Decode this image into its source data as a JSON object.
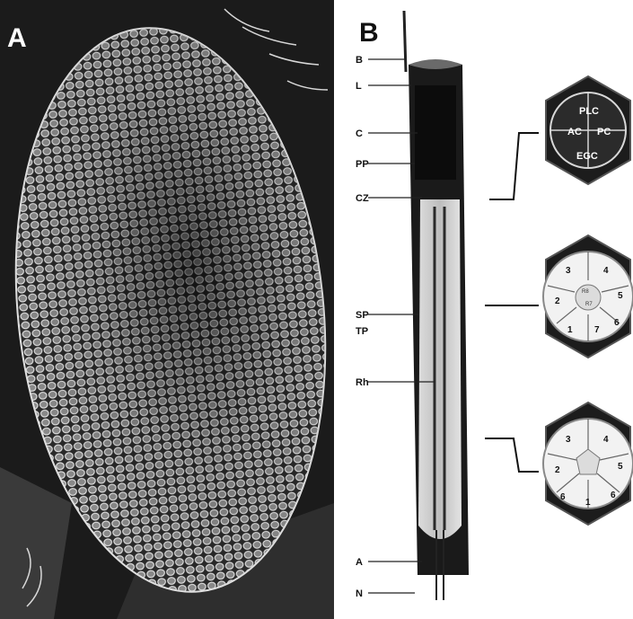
{
  "panel_a": {
    "letter": "A"
  },
  "panel_b": {
    "letter": "B",
    "labels": [
      "B",
      "L",
      "C",
      "PP",
      "CZ",
      "SP",
      "TP",
      "Rh",
      "A",
      "N"
    ]
  },
  "cross_section_1": {
    "labels": [
      "PLC",
      "AC",
      "PC",
      "EGC"
    ]
  },
  "cross_section_2": {
    "numbers": [
      "3",
      "4",
      "2",
      "5",
      "1",
      "7",
      "6"
    ],
    "small": [
      "R8",
      "R7"
    ]
  },
  "cross_section_3": {
    "numbers": [
      "3",
      "4",
      "2",
      "5",
      "6",
      "1",
      "6"
    ]
  }
}
